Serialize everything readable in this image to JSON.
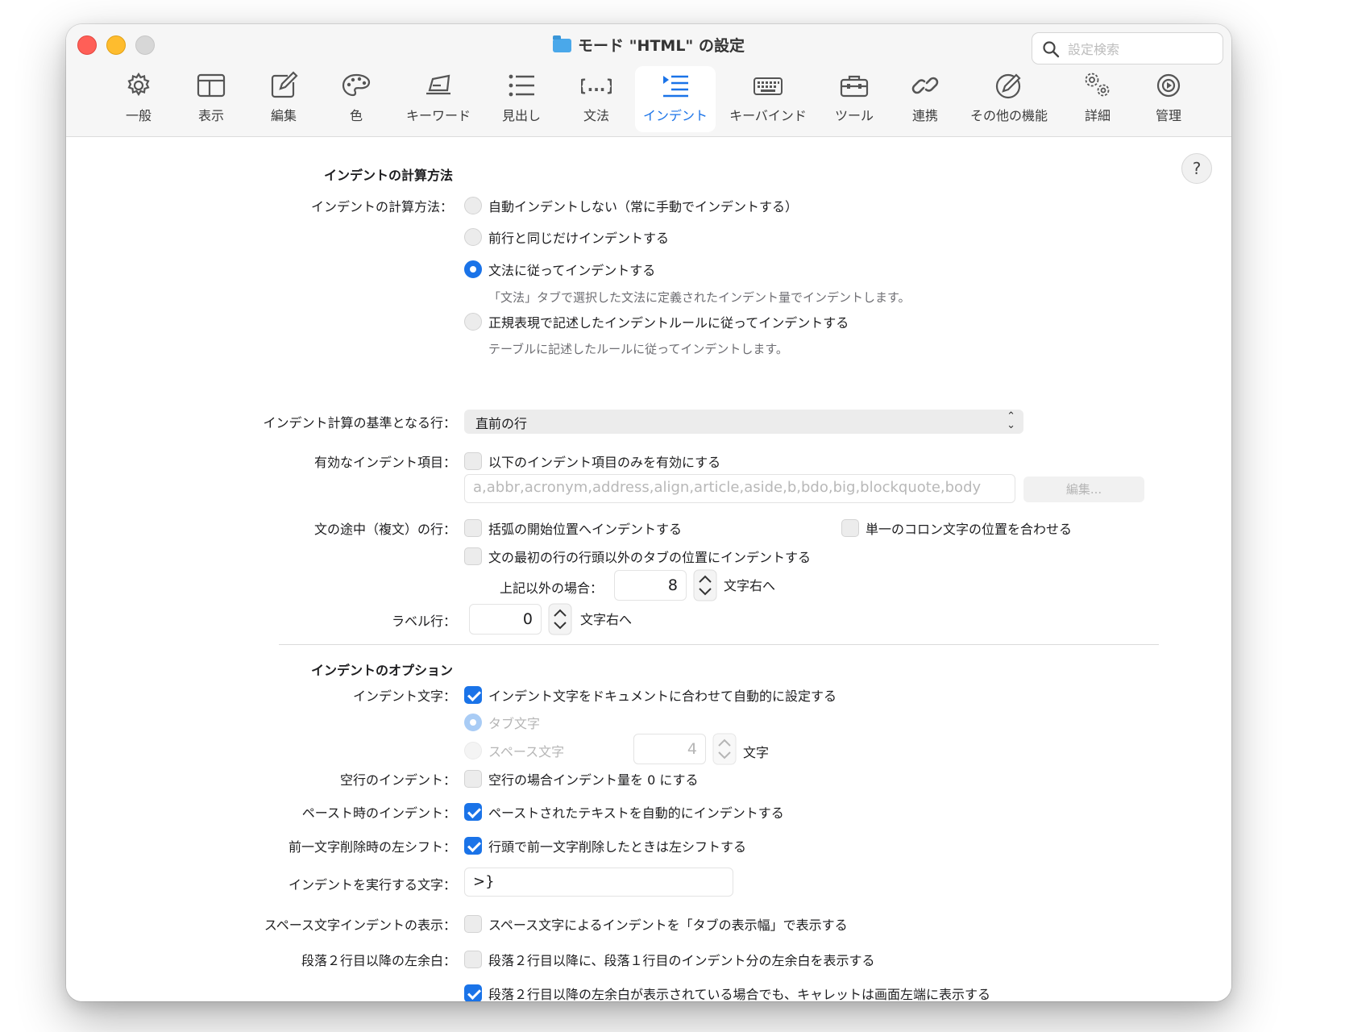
{
  "window": {
    "title": "モード \"HTML\" の設定",
    "search_placeholder": "設定検索"
  },
  "toolbar": {
    "tabs": [
      {
        "label": "一般",
        "icon": "gear-icon"
      },
      {
        "label": "表示",
        "icon": "window-layout-icon"
      },
      {
        "label": "編集",
        "icon": "edit-icon"
      },
      {
        "label": "色",
        "icon": "palette-icon"
      },
      {
        "label": "キーワード",
        "icon": "keyword-icon"
      },
      {
        "label": "見出し",
        "icon": "list-icon"
      },
      {
        "label": "文法",
        "icon": "braces-icon"
      },
      {
        "label": "インデント",
        "icon": "indent-icon",
        "active": true
      },
      {
        "label": "キーバインド",
        "icon": "keyboard-icon"
      },
      {
        "label": "ツール",
        "icon": "toolbox-icon"
      },
      {
        "label": "連携",
        "icon": "link-icon"
      },
      {
        "label": "その他の機能",
        "icon": "pencil-circle-icon"
      },
      {
        "label": "詳細",
        "icon": "gears-icon"
      },
      {
        "label": "管理",
        "icon": "manage-icon"
      }
    ]
  },
  "help_label": "?",
  "calc": {
    "heading": "インデントの計算方法",
    "label": "インデントの計算方法：",
    "options": [
      "自動インデントしない（常に手動でインデントする）",
      "前行と同じだけインデントする",
      "文法に従ってインデントする",
      "正規表現で記述したインデントルールに従ってインデントする"
    ],
    "selected_index": 2,
    "note_grammar": "「文法」タブで選択した文法に定義されたインデント量でインデントします。",
    "note_regex": "テーブルに記述したルールに従ってインデントします。"
  },
  "base_line": {
    "label": "インデント計算の基準となる行：",
    "value": "直前の行"
  },
  "valid_items": {
    "label": "有効なインデント項目：",
    "checkbox": "以下のインデント項目のみを有効にする",
    "tags": "a,abbr,acronym,address,align,article,aside,b,bdo,big,blockquote,body",
    "edit_button": "編集..."
  },
  "complex": {
    "label": "文の途中（複文）の行：",
    "bracket": "括弧の開始位置へインデントする",
    "colon": "単一のコロン文字の位置を合わせる",
    "tab": "文の最初の行の行頭以外のタブの位置にインデントする",
    "other_label": "上記以外の場合：",
    "other_value": "8",
    "other_unit": "文字右へ"
  },
  "label_line": {
    "label": "ラベル行：",
    "value": "0",
    "unit": "文字右へ"
  },
  "options": {
    "heading": "インデントのオプション",
    "indent_char_label": "インデント文字：",
    "auto_set": "インデント文字をドキュメントに合わせて自動的に設定する",
    "tab_char": "タブ文字",
    "space_char": "スペース文字",
    "space_count": "4",
    "space_unit": "文字",
    "blank_label": "空行のインデント：",
    "blank_check": "空行の場合インデント量を 0 にする",
    "paste_label": "ペースト時のインデント：",
    "paste_check": "ペーストされたテキストを自動的にインデントする",
    "shift_label": "前一文字削除時の左シフト：",
    "shift_check": "行頭で前一文字削除したときは左シフトする",
    "trigger_label": "インデントを実行する文字：",
    "trigger_value": ">}",
    "space_display_label": "スペース文字インデントの表示：",
    "space_display_check": "スペース文字によるインデントを「タブの表示幅」で表示する",
    "margin_label": "段落２行目以降の左余白：",
    "margin_check": "段落２行目以降に、段落１行目のインデント分の左余白を表示する",
    "caret_check": "段落２行目以降の左余白が表示されている場合でも、キャレットは画面左端に表示する"
  }
}
